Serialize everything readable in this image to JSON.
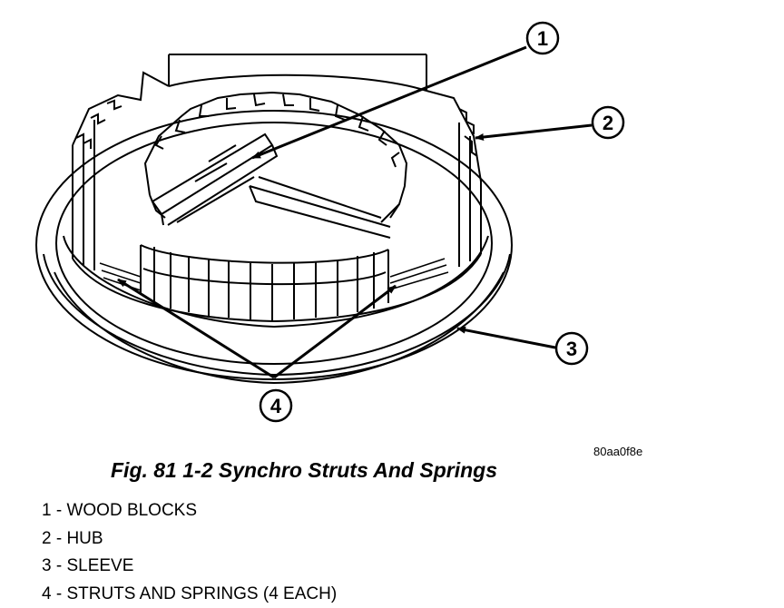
{
  "figure": {
    "id_code": "80aa0f8e",
    "caption": "Fig. 81 1-2 Synchro Struts And Springs"
  },
  "callouts": [
    {
      "number": "1"
    },
    {
      "number": "2"
    },
    {
      "number": "3"
    },
    {
      "number": "4"
    }
  ],
  "legend": [
    "1 - WOOD BLOCKS",
    "2 - HUB",
    "3 - SLEEVE",
    "4 - STRUTS AND SPRINGS (4 EACH)"
  ]
}
